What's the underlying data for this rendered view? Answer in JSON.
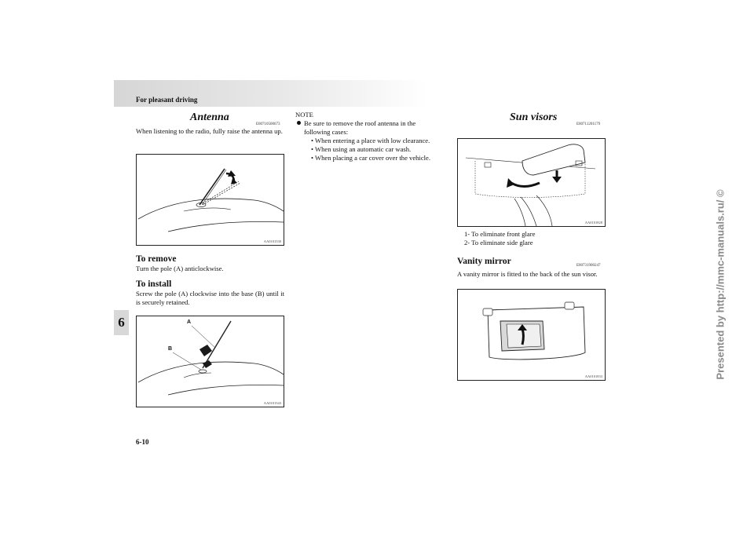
{
  "header": {
    "title": "For pleasant driving"
  },
  "side_tab": "6",
  "page_number": "6-10",
  "watermark": "Presented by http://mmc-manuals.ru/ ©",
  "antenna": {
    "title": "Antenna",
    "code": "E00710500673",
    "intro": "When listening to the radio, fully raise the antenna up.",
    "fig1_code": "AA0101530",
    "remove_title": "To remove",
    "remove_text": "Turn the pole (A) anticlockwise.",
    "install_title": "To install",
    "install_text": "Screw the pole (A) clockwise into the base (B) until it is securely retained.",
    "fig2_code": "AA0101543",
    "fig2_label_a": "A",
    "fig2_label_b": "B"
  },
  "note": {
    "label": "NOTE",
    "bullet": "Be sure to remove the roof antenna in the following cases:",
    "items": [
      "When entering a place with low clearance.",
      "When using an automatic car wash.",
      "When placing a car cover over the vehicle."
    ]
  },
  "sun_visors": {
    "title": "Sun visors",
    "code": "E00711201179",
    "fig_code": "AA0101828",
    "list": [
      "1- To eliminate front glare",
      "2- To eliminate side glare"
    ]
  },
  "vanity_mirror": {
    "title": "Vanity mirror",
    "code": "E00731900247",
    "text": "A vanity mirror is fitted to the back of the sun visor.",
    "fig_code": "AA0101833"
  }
}
